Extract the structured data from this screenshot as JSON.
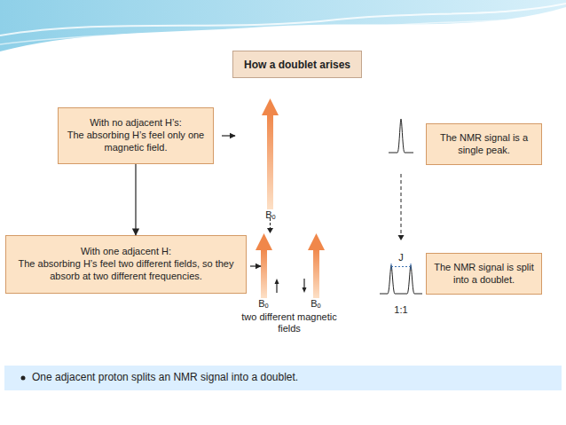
{
  "diagram": {
    "title": "How a doublet arises",
    "caption": "One adjacent proton splits an NMR signal into a doublet.",
    "nodes": [
      {
        "text": [
          "With no adjacent H’s:",
          "The absorbing H’s feel only one magnetic field."
        ]
      },
      {
        "text": [
          "The NMR signal is a single peak."
        ]
      },
      {
        "text": [
          "With one adjacent H:",
          "The absorbing H’s feel two different fields, so they absorb at two different frequencies."
        ]
      },
      {
        "text": [
          "The NMR signal is split into a doublet."
        ]
      }
    ],
    "edges": [
      {
        "from": 0,
        "to": 2,
        "arrow": "to"
      }
    ],
    "labels": [
      "Bₒ",
      "Bₒ",
      "Bₒ",
      "two different magnetic fields",
      "J",
      "1:1"
    ]
  }
}
